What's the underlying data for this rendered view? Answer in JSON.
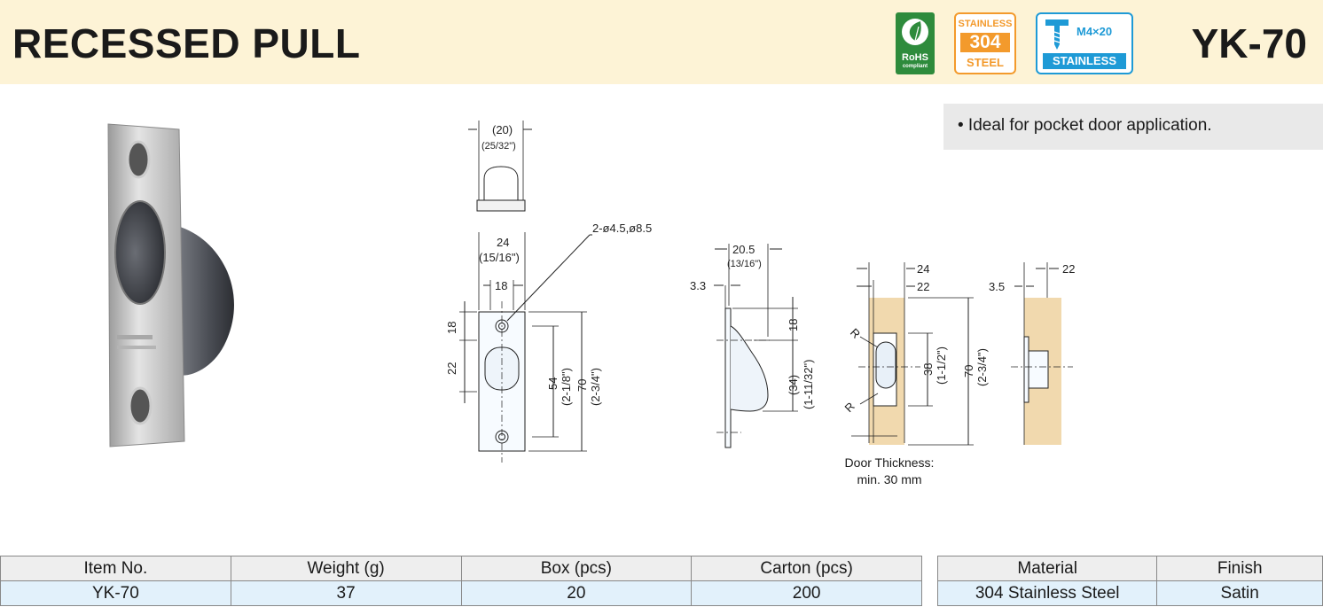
{
  "header": {
    "title": "RECESSED PULL",
    "model": "YK-70",
    "badges": {
      "rohs": {
        "line1": "RoHS",
        "line2": "compliant",
        "icon": "leaf-icon"
      },
      "stainless": {
        "line1": "STAINLESS",
        "line2": "304",
        "line3": "STEEL"
      },
      "screw": {
        "spec": "M4×20",
        "label": "STAINLESS",
        "icon": "screw-icon"
      }
    }
  },
  "features": [
    "• Ideal for pocket door application."
  ],
  "drawing": {
    "top_view": {
      "width": "(20)",
      "width_in": "(25/32\")"
    },
    "front_view": {
      "width_outer": "24",
      "width_outer_in": "(15/16\")",
      "hole_pitch_width": "18",
      "holes": "2-ø4.5,ø8.5",
      "top_offset": "18",
      "recess": "22",
      "hole_pitch": "54",
      "hole_pitch_in": "(2-1/8\")",
      "length": "70",
      "length_in": "(2-3/4\")"
    },
    "side_view": {
      "depth": "20.5",
      "depth_in": "(13/16\")",
      "flange": "3.3",
      "top_offset": "18",
      "recess_len": "(34)",
      "recess_len_in": "(1-11/32\")"
    },
    "cutout_view": {
      "dim_24": "24",
      "dim_22": "22",
      "radius": "R",
      "cut_len": "38",
      "cut_len_in": "(1-1/2\")",
      "length": "70",
      "length_in": "(2-3/4\")"
    },
    "door_view": {
      "flange": "3.5",
      "dim_22": "22"
    },
    "note_line1": "Door Thickness:",
    "note_line2": "min. 30 mm"
  },
  "colors": {
    "header_bg": "#fdf3d6",
    "wood": "#f1d9ae",
    "rohs": "#2e8b3c",
    "stainless": "#f39a2c",
    "screw": "#1e9ad6"
  },
  "table_main": {
    "headers": [
      "Item No.",
      "Weight (g)",
      "Box (pcs)",
      "Carton (pcs)"
    ],
    "row": [
      "YK-70",
      "37",
      "20",
      "200"
    ]
  },
  "table_material": {
    "headers": [
      "Material",
      "Finish"
    ],
    "row": [
      "304 Stainless Steel",
      "Satin"
    ]
  }
}
